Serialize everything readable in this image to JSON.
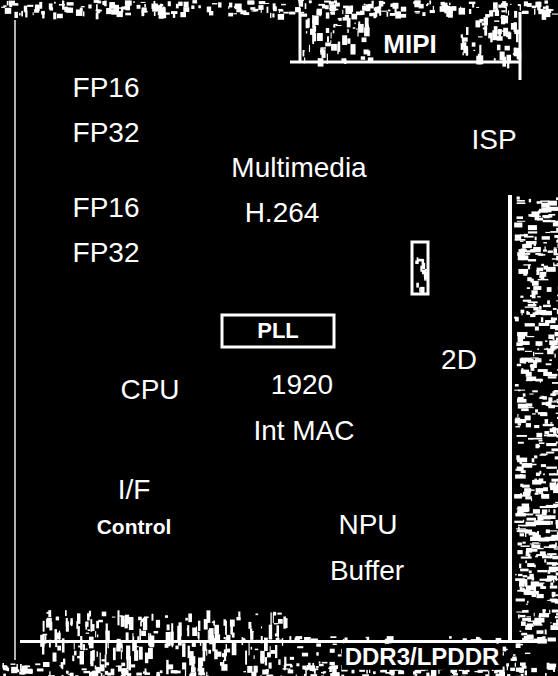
{
  "diagram": {
    "labels": [
      "MIPI",
      "FP16",
      "ISP",
      "FP32",
      "Multimedia",
      "FP16",
      "H.264",
      "FP32",
      "PLL",
      "2D",
      "CPU",
      "1920",
      "Int MAC",
      "I/F",
      "NPU",
      "Control",
      "Buffer",
      "DDR3/LPDDR"
    ]
  }
}
